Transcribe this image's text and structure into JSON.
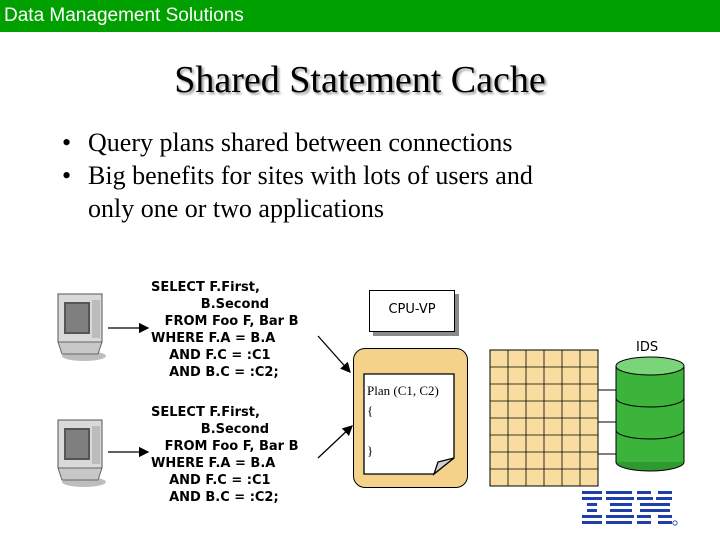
{
  "header": {
    "title": "Data Management Solutions"
  },
  "slide": {
    "title": "Shared Statement Cache",
    "bullets": [
      "Query plans shared between connections",
      "Big benefits for sites with lots of users and",
      "only one or two applications"
    ]
  },
  "diagram": {
    "sql_query_1": "SELECT F.First,\n           B.Second\n   FROM Foo F, Bar B\nWHERE F.A = B.A\n    AND F.C = :C1\n    AND B.C = :C2;",
    "sql_query_2": "SELECT F.First,\n           B.Second\n   FROM Foo F, Bar B\nWHERE F.A = B.A\n    AND F.C = :C1\n    AND B.C = :C2;",
    "cpu_vp_label": "CPU-VP",
    "ids_label": "IDS",
    "plan_text": "Plan (C1, C2)\n{\n\n}",
    "colors": {
      "header_green": "#00a000",
      "memory_fill": "#f5d28a",
      "grid_fill": "#f8dca0",
      "disk_green": "#3cb43c",
      "ibm_blue": "#1f3fae"
    }
  },
  "logo": {
    "brand": "IBM"
  }
}
